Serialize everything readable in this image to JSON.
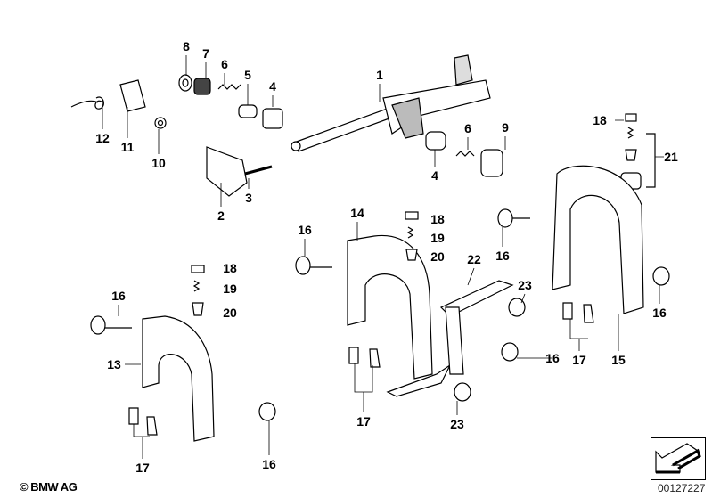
{
  "diagram": {
    "callouts": [
      "8",
      "7",
      "6",
      "5",
      "4",
      "1",
      "12",
      "11",
      "10",
      "2",
      "3",
      "4",
      "6",
      "9",
      "18",
      "21",
      "14",
      "18",
      "19",
      "20",
      "16",
      "16",
      "22",
      "23",
      "18",
      "19",
      "20",
      "16",
      "13",
      "16",
      "17",
      "15",
      "16",
      "17",
      "23",
      "17",
      "16"
    ],
    "copyright": "© BMW AG",
    "reference_number": "00127227",
    "nav_icon": "arrow-left-down-icon"
  }
}
